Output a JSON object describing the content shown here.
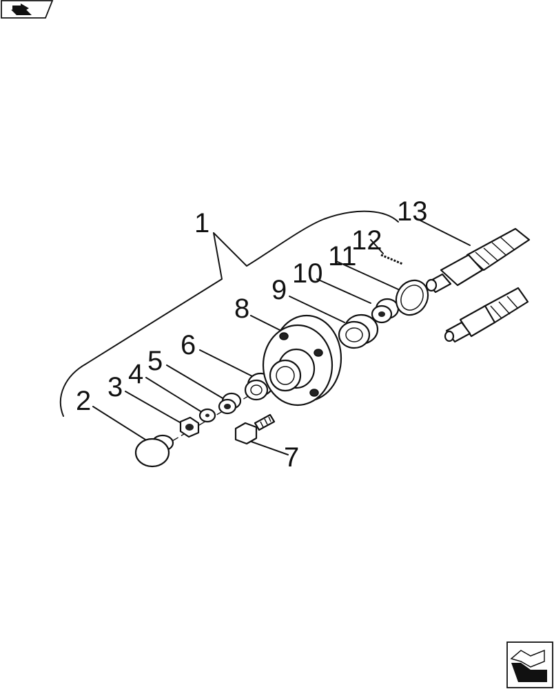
{
  "icons": {
    "top_nav": "previous-page-arrow-icon",
    "bottom_nav": "next-page-arrow-icon"
  },
  "callouts": [
    {
      "id": "1",
      "label": "1"
    },
    {
      "id": "2",
      "label": "2"
    },
    {
      "id": "3",
      "label": "3"
    },
    {
      "id": "4",
      "label": "4"
    },
    {
      "id": "5",
      "label": "5"
    },
    {
      "id": "6",
      "label": "6"
    },
    {
      "id": "7",
      "label": "7"
    },
    {
      "id": "8",
      "label": "8"
    },
    {
      "id": "9",
      "label": "9"
    },
    {
      "id": "10",
      "label": "10"
    },
    {
      "id": "11",
      "label": "11"
    },
    {
      "id": "12",
      "label": "12"
    },
    {
      "id": "13",
      "label": "13"
    }
  ]
}
